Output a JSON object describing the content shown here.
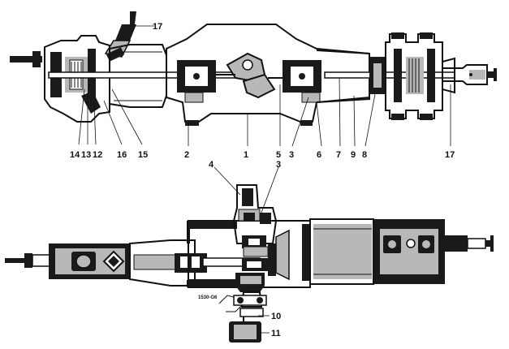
{
  "labels": {
    "top_17_upper": "17",
    "l14": "14",
    "l13": "13",
    "l12": "12",
    "l16": "16",
    "l15": "15",
    "l2": "2",
    "l1": "1",
    "l5": "5",
    "l3_top": "3",
    "l6": "6",
    "l7": "7",
    "l9": "9",
    "l8": "8",
    "l17_lower": "17",
    "l4": "4",
    "l3_bottom": "3",
    "l10": "10",
    "l11": "11"
  },
  "figure_code": "1530-G6",
  "colors": {
    "ink": "#1a1a1a",
    "grey": "#b8b8b8",
    "background": "#ffffff"
  }
}
